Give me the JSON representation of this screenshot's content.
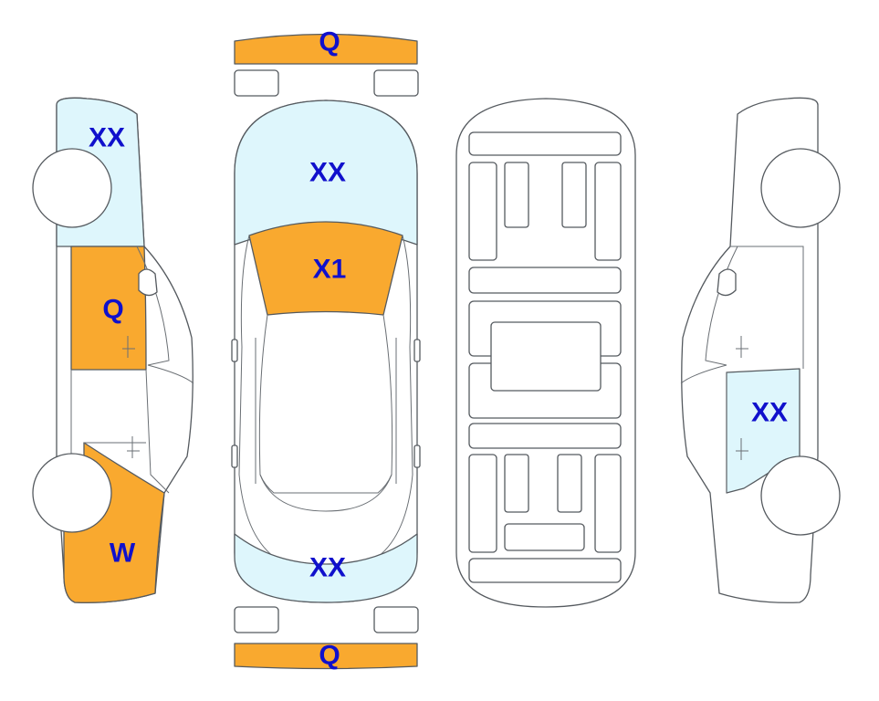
{
  "colors": {
    "damage_orange": "#f9a92f",
    "damage_blue": "#def6fc",
    "label": "#1010cc",
    "outline": "#555a5f"
  },
  "labels": {
    "front_bumper": "Q",
    "hood": "XX",
    "windshield": "X1",
    "trunk": "XX",
    "rear_bumper": "Q",
    "left_front_fender": "XX",
    "left_front_door": "Q",
    "left_rear_quarter": "W",
    "right_rear_door": "XX"
  }
}
